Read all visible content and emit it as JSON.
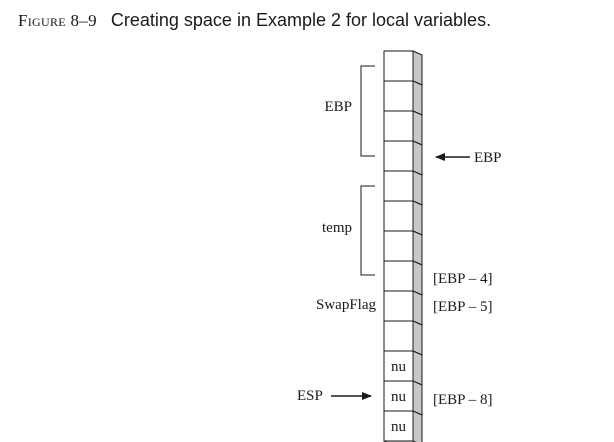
{
  "figure": {
    "label": "Figure 8–9",
    "caption": "Creating space in Example 2 for local variables."
  },
  "stack": {
    "cells": [
      "",
      "",
      "",
      "",
      "",
      "",
      "",
      "",
      "",
      "",
      "nu",
      "nu",
      "nu"
    ]
  },
  "groups": {
    "ebp_label": "EBP",
    "temp_label": "temp"
  },
  "left_labels": {
    "swapflag": "SwapFlag",
    "esp": "ESP"
  },
  "right_labels": {
    "ebp_pointer": "EBP",
    "ebp_minus_4": "[EBP – 4]",
    "ebp_minus_5": "[EBP – 5]",
    "ebp_minus_8": "[EBP – 8]"
  },
  "colors": {
    "cell_fill": "#ffffff",
    "shadow_fill": "#c8c8c8",
    "line": "#1a1a1a"
  }
}
